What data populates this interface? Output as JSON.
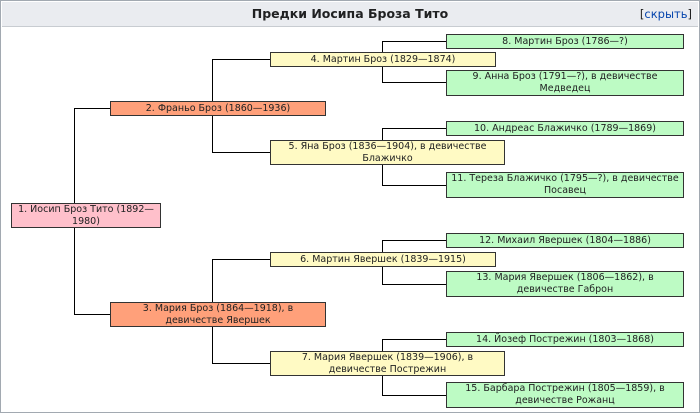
{
  "header": {
    "title": "Предки Иосипа Броза Тито",
    "toggle_open": "[",
    "toggle_label": "скрыть",
    "toggle_close": "]"
  },
  "colors": {
    "gen0": "#ffc0cb",
    "gen1": "#ffa07a",
    "gen2": "#fffac4",
    "gen3": "#bdfbc4",
    "lines": "#000000"
  },
  "people": {
    "p1": "1. Иосип Броз Тито (1892—1980)",
    "p2": "2. Франьо Броз (1860—1936)",
    "p3": "3. Мария Броз (1864—1918), в девичестве Явершек",
    "p4": "4. Мартин Броз (1829—1874)",
    "p5": "5. Яна Броз (1836—1904), в девичестве Блажичко",
    "p6": "6. Мартин Явершек (1839—1915)",
    "p7": "7. Мария Явершек (1839—1906), в девичестве Пострежин",
    "p8": "8. Мартин Броз (1786—?)",
    "p9": "9. Анна Броз (1791—?), в девичестве Медведец",
    "p10": "10. Андреас Блажичко (1789—1869)",
    "p11": "11. Тереза Блажичко (1795—?), в девичестве Посавец",
    "p12": "12. Михаил Явершек (1804—1886)",
    "p13": "13. Мария Явершек (1806—1862), в девичестве Габрон",
    "p14": "14. Йозеф Пострежин (1803—1868)",
    "p15": "15. Барбара Пострежин (1805—1859), в девичестве Рожанц"
  }
}
